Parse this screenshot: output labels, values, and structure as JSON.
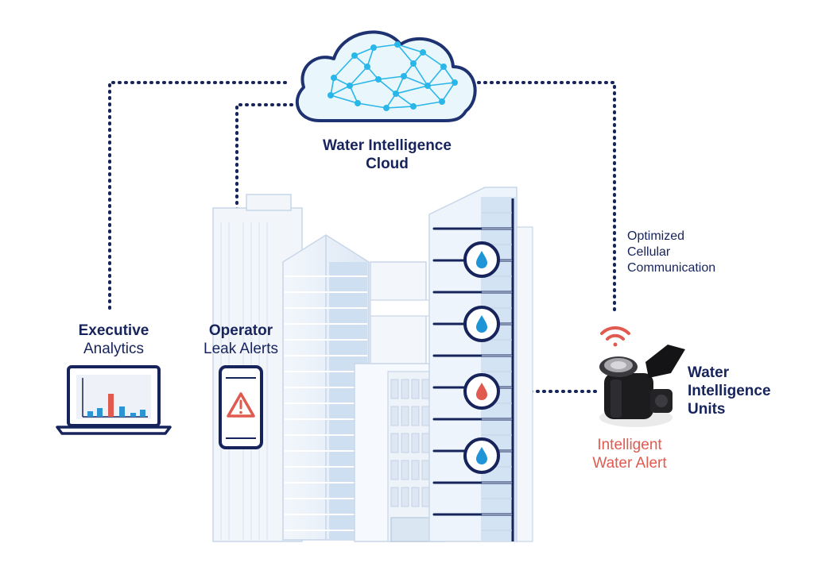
{
  "cloud": {
    "title_line1": "Water Intelligence",
    "title_line2": "Cloud",
    "icon": "network-cloud-icon"
  },
  "left": {
    "executive_line1": "Executive",
    "executive_line2": "Analytics",
    "operator_line1": "Operator",
    "operator_line2": "Leak Alerts"
  },
  "right": {
    "comm_line1": "Optimized",
    "comm_line2": "Cellular",
    "comm_line3": "Communication",
    "units_line1": "Water",
    "units_line2": "Intelligence",
    "units_line3": "Units",
    "alert_line1": "Intelligent",
    "alert_line2": "Water Alert"
  },
  "colors": {
    "navy": "#17245c",
    "cyan": "#29b6e8",
    "red": "#e05a4f",
    "building_light": "#e4edf7",
    "building_mid": "#c9daee"
  },
  "icons": [
    "laptop-chart-icon",
    "phone-warning-icon",
    "water-drop-icon",
    "wifi-signal-icon",
    "water-sensor-device-icon"
  ]
}
